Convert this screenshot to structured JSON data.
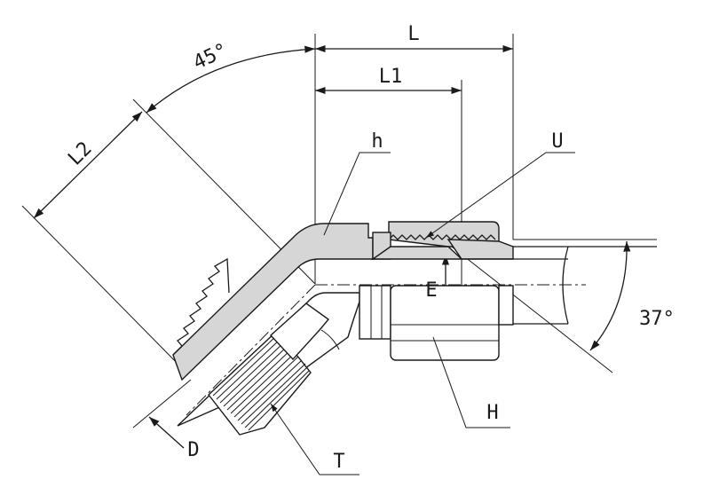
{
  "labels": {
    "L": "L",
    "L1": "L1",
    "L2": "L2",
    "angle_45": "45°",
    "angle_37": "37°",
    "h": "h",
    "U": "U",
    "E": "E",
    "H": "H",
    "D": "D",
    "T": "T"
  }
}
